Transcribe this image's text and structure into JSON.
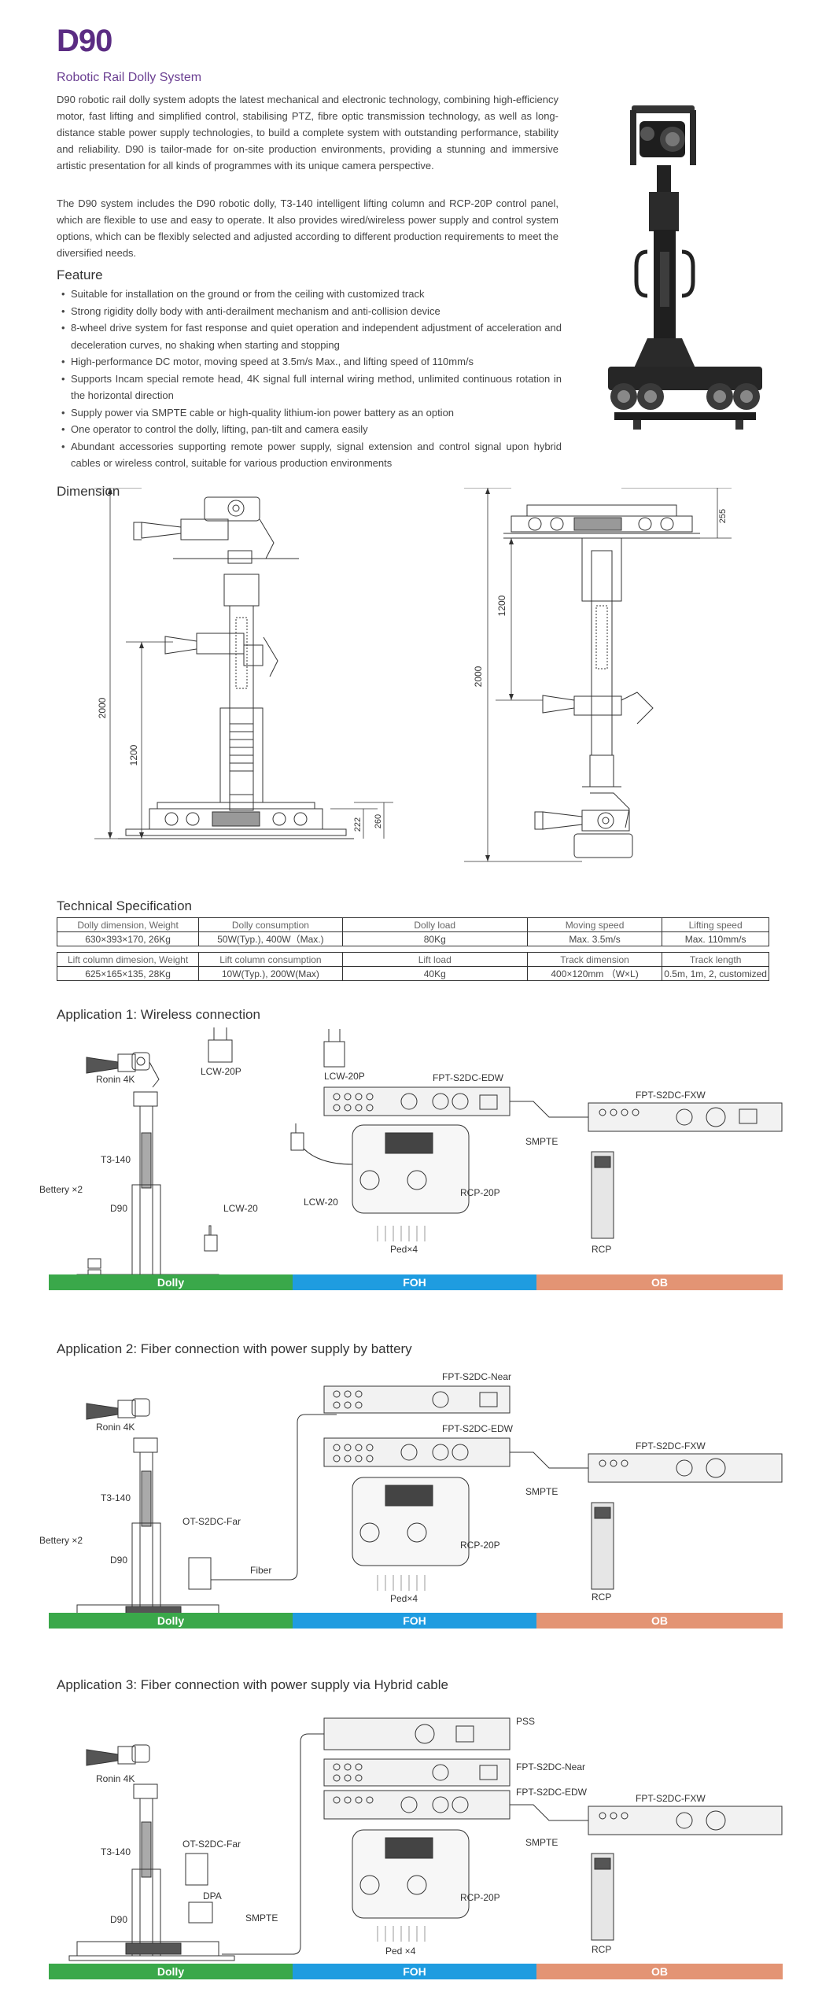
{
  "header": {
    "title": "D90",
    "subtitle": "Robotic Rail Dolly System",
    "paragraph1": "D90 robotic rail dolly system adopts the latest mechanical and electronic technology, combining high-efficiency motor, fast lifting and simplified control, stabilising PTZ, fibre optic transmission technology, as well as long-distance stable power supply technologies, to build a complete system with outstanding performance, stability and reliability. D90 is tailor-made for on-site production environments, providing a stunning and immersive artistic presentation for all kinds of programmes with its unique camera perspective.",
    "paragraph2": "The D90 system includes the D90 robotic dolly, T3-140 intelligent lifting column and RCP-20P control panel, which are flexible to use and easy to operate. It also provides wired/wireless power supply and control system options, which can be flexibly selected and adjusted according to different production requirements to meet the diversified needs."
  },
  "feature": {
    "heading": "Feature",
    "items": [
      "Suitable for installation on the ground or from the ceiling with customized track",
      "Strong rigidity dolly body with anti-derailment mechanism and anti-collision device",
      "8-wheel drive system for fast response and quiet operation and independent adjustment of acceleration and deceleration curves, no shaking when starting and stopping",
      "High-performance DC motor, moving speed at 3.5m/s Max., and lifting speed of 110mm/s",
      "Supports Incam special remote head, 4K signal full internal wiring method, unlimited continuous rotation in the horizontal direction",
      " Supply power via SMPTE cable or high-quality lithium-ion power battery as an option",
      "One operator to control the dolly, lifting, pan-tilt and camera easily",
      "Abundant accessories supporting remote power supply, signal extension and control signal upon hybrid cables or wireless control, suitable for various production environments"
    ]
  },
  "dimension": {
    "heading": "Dimension",
    "left": {
      "total": "2000",
      "column": "1200",
      "base_a": "222",
      "base_b": "260"
    },
    "right": {
      "top": "255",
      "column": "1200",
      "total": "2000"
    }
  },
  "spec": {
    "heading": "Technical Specification",
    "row1_headers": [
      "Dolly dimension, Weight",
      "Dolly consumption",
      "Dolly load",
      "Moving speed",
      "Lifting speed"
    ],
    "row1_values": [
      "630×393×170, 26Kg",
      "50W(Typ.),  400W（Max.)",
      "80Kg",
      "Max. 3.5m/s",
      "Max. 110mm/s"
    ],
    "row2_headers": [
      "Lift column dimesion, Weight",
      "Lift column consumption",
      "Lift load",
      "Track dimension",
      "Track length"
    ],
    "row2_values": [
      "625×165×135,  28Kg",
      "10W(Typ.),  200W(Max)",
      "40Kg",
      "400×120mm （W×L)",
      "0.5m, 1m, 2, customized"
    ]
  },
  "app1": {
    "heading": "Application 1: Wireless connection",
    "labels": {
      "ronin": "Ronin 4K",
      "lcw20p_a": "LCW-20P",
      "lcw20p_b": "LCW-20P",
      "edw": "FPT-S2DC-EDW",
      "smpte": "SMPTE",
      "fxw": "FPT-S2DC-FXW",
      "t3": "T3-140",
      "battery": "Bettery ×2",
      "d90": "D90",
      "lcw20_a": "LCW-20",
      "lcw20_b": "LCW-20",
      "rcp20p": "RCP-20P",
      "rcp": "RCP",
      "ped": "Ped×4"
    }
  },
  "app2": {
    "heading": "Application 2: Fiber connection with power supply by battery",
    "labels": {
      "near": "FPT-S2DC-Near",
      "ronin": "Ronin 4K",
      "edw": "FPT-S2DC-EDW",
      "smpte": "SMPTE",
      "fxw": "FPT-S2DC-FXW",
      "t3": "T3-140",
      "far": "OT-S2DC-Far",
      "battery": "Bettery ×2",
      "d90": "D90",
      "fiber": "Fiber",
      "rcp20p": "RCP-20P",
      "rcp": "RCP",
      "ped": "Ped×4"
    }
  },
  "app3": {
    "heading": "Application 3: Fiber connection with power supply via Hybrid cable",
    "labels": {
      "pss": "PSS",
      "near": "FPT-S2DC-Near",
      "ronin": "Ronin 4K",
      "edw": "FPT-S2DC-EDW",
      "far": "OT-S2DC-Far",
      "smpte": "SMPTE",
      "fxw": "FPT-S2DC-FXW",
      "t3": "T3-140",
      "dpa": "DPA",
      "d90": "D90",
      "smpte2": "SMPTE",
      "rcp20p": "RCP-20P",
      "rcp": "RCP",
      "ped": "Ped ×4"
    }
  },
  "zones": {
    "dolly": "Dolly",
    "foh": "FOH",
    "ob": "OB"
  },
  "colors": {
    "title": "#5b2c83",
    "dolly": "#3aa84a",
    "foh": "#1f9ce0",
    "ob": "#e39474"
  }
}
